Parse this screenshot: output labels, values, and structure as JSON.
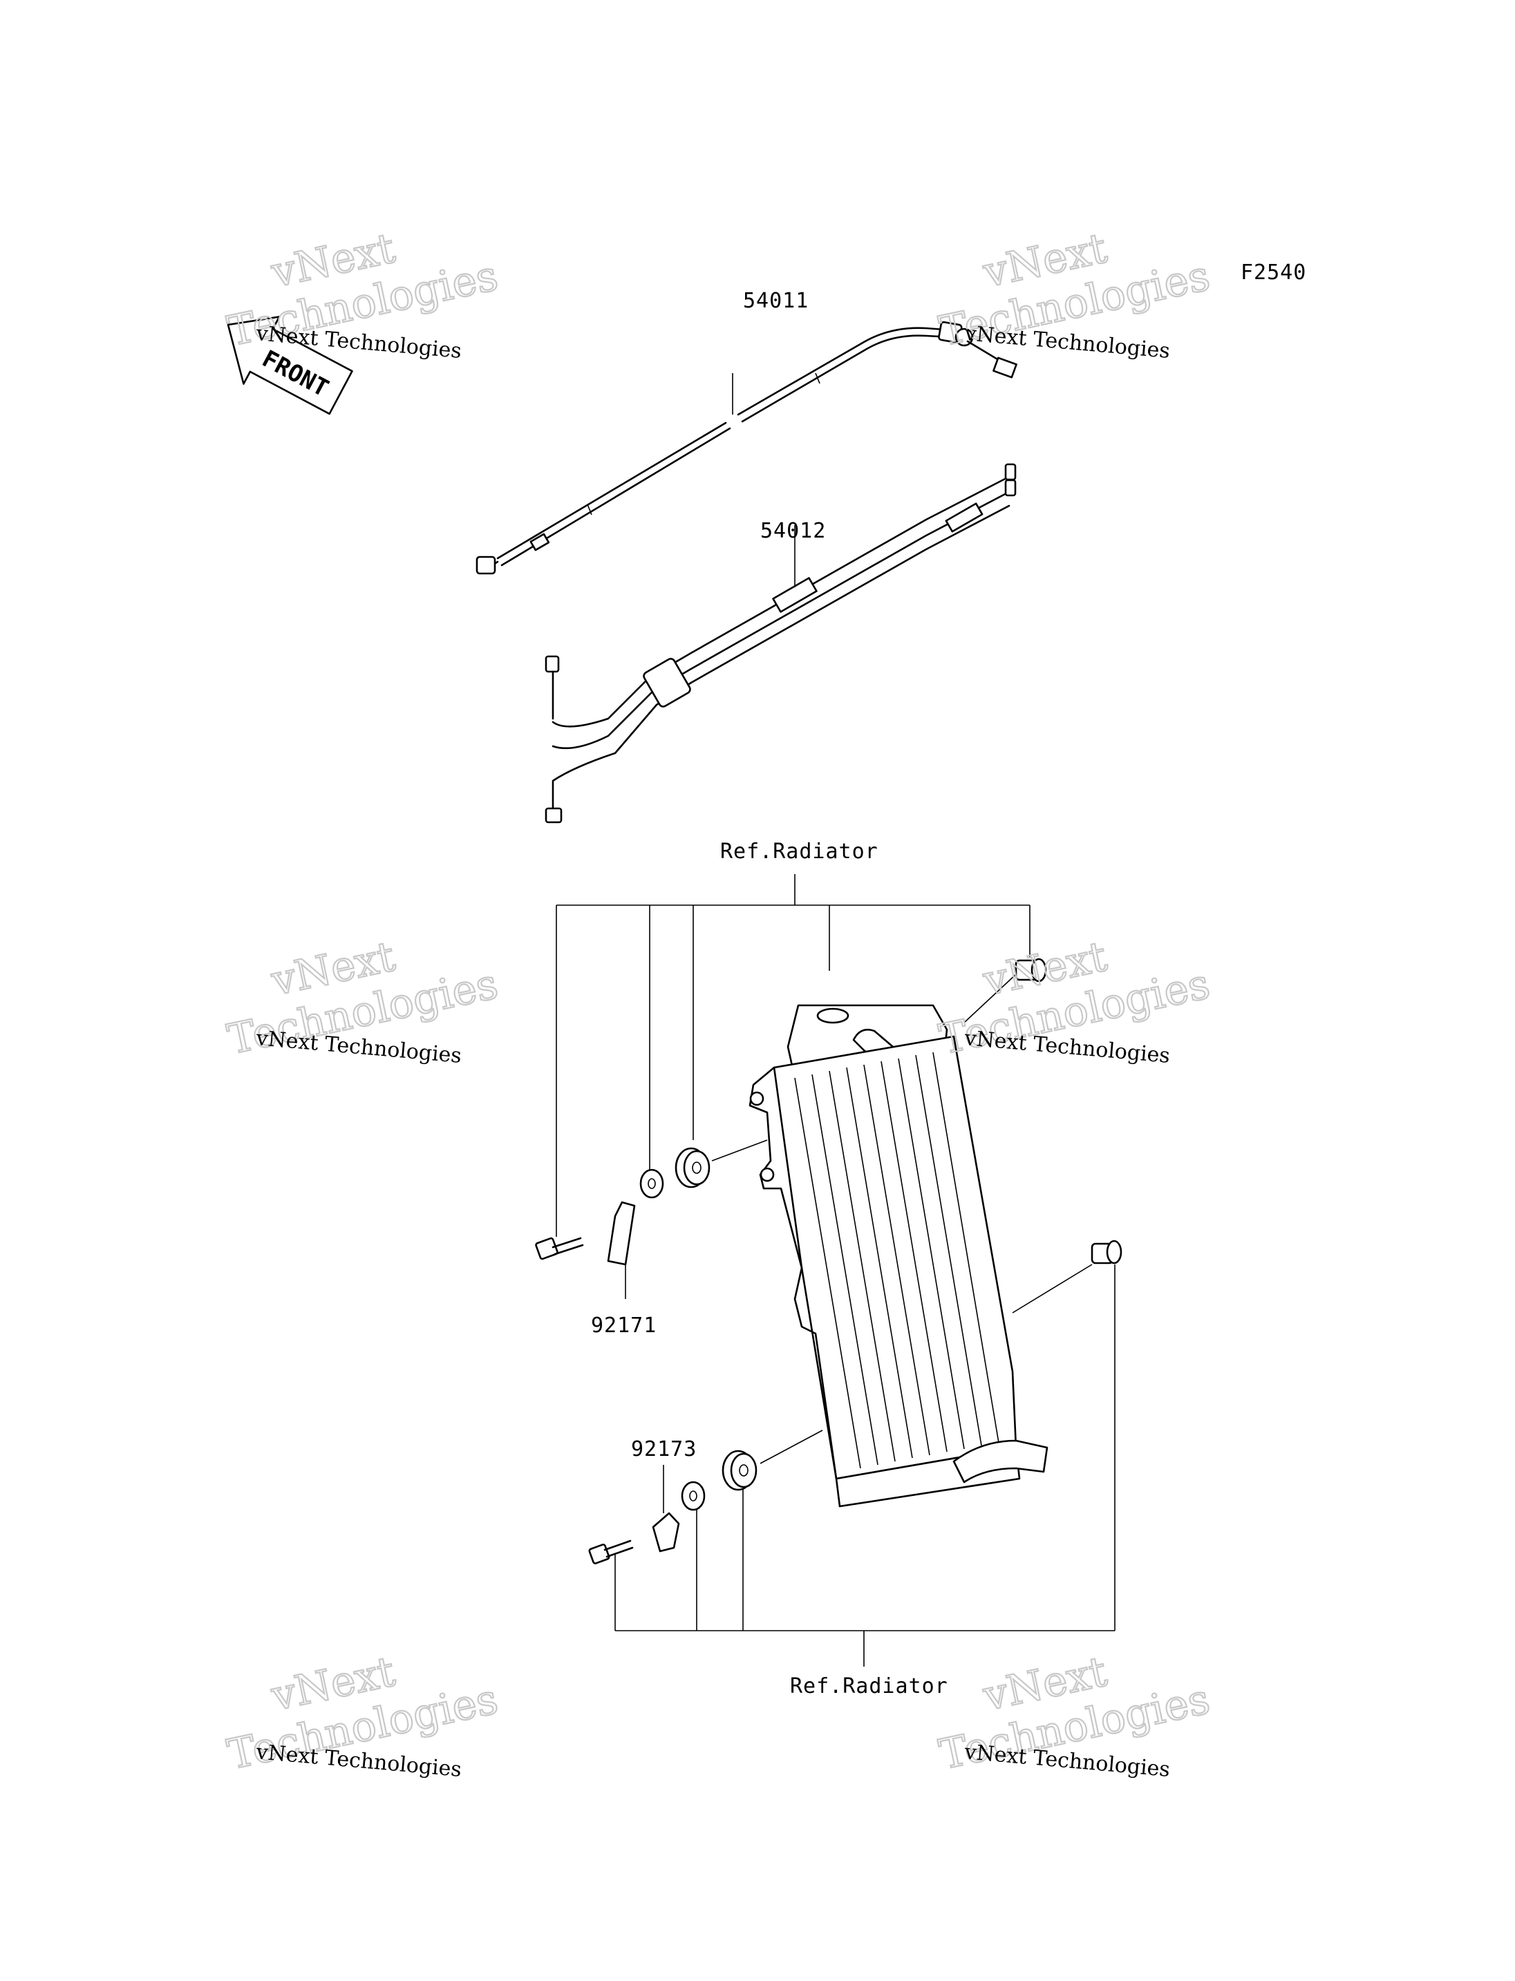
{
  "figure_code": "F2540",
  "front_label": "FRONT",
  "watermark": {
    "brand": "vNext",
    "line2": "Technologies",
    "small": "vNext Technologies"
  },
  "parts": {
    "throttle_cable": "54011",
    "choke_cable": "54012",
    "bracket_upper": "92171",
    "bracket_lower": "92173"
  },
  "references": {
    "upper": "Ref.Radiator",
    "lower": "Ref.Radiator"
  }
}
